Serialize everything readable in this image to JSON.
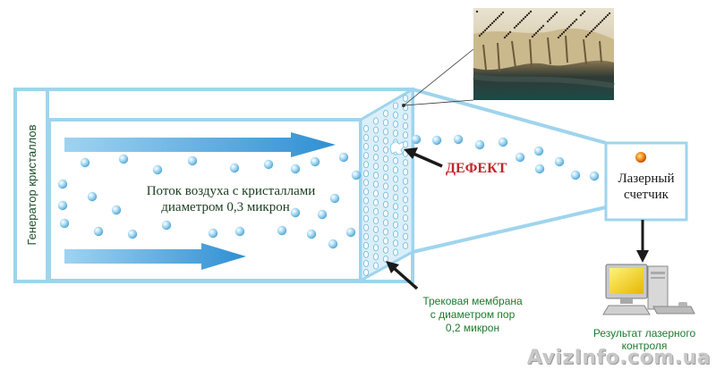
{
  "labels": {
    "generator": "Генератор кристаллов",
    "flow_line1": "Поток воздуха с кристаллами",
    "flow_line2": "диаметром 0,3 микрон",
    "defect": "ДЕФЕКТ",
    "counter_line1": "Лазерный",
    "counter_line2": "счетчик",
    "membrane_line1": "Трековая мембрана",
    "membrane_line2": "с диаметром пор",
    "membrane_line3": "0,2 микрон",
    "result_line1": "Результат лазерного",
    "result_line2": "контроля"
  },
  "watermark": "AvizInfo.com.ua",
  "colors": {
    "frame": "#9fd4ee",
    "arrow": "#4aa8de",
    "defect": "#c0262a",
    "membrane_label": "#1c7a2e",
    "text": "#1a1a1a"
  },
  "icons": [
    "microscope-image",
    "computer-icon",
    "laser-dot-icon"
  ]
}
